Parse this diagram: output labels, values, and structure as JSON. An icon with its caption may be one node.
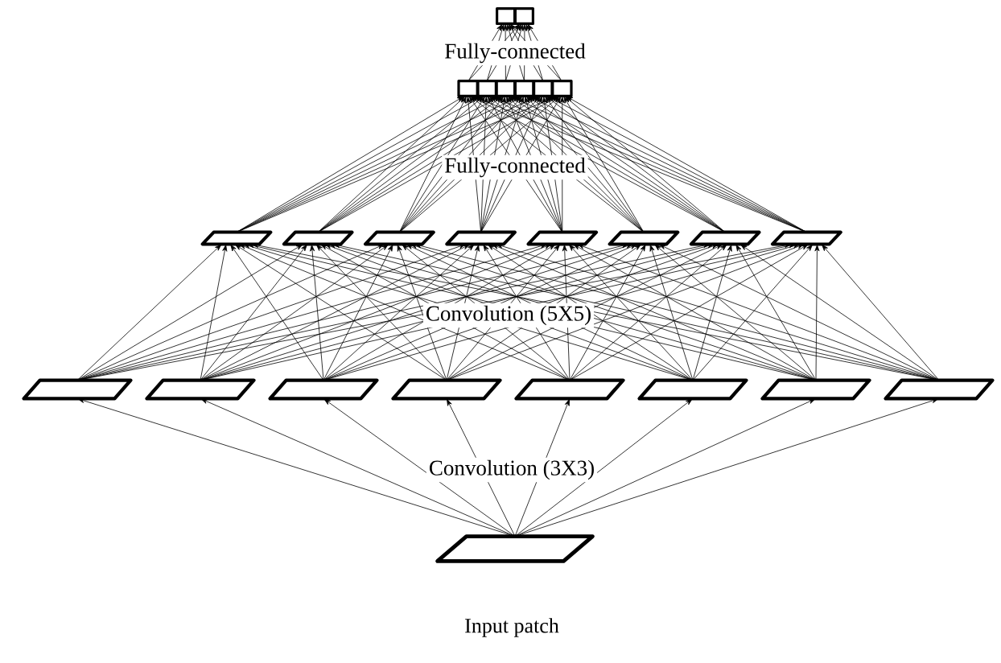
{
  "diagram": {
    "nodes": [
      {
        "text": [],
        "shape": "parallelogram",
        "beside": [
          "Input patch"
        ]
      },
      {
        "text": [],
        "shape": "parallelogram"
      },
      {
        "text": [],
        "shape": "parallelogram"
      },
      {
        "text": [],
        "shape": "parallelogram"
      },
      {
        "text": [],
        "shape": "parallelogram"
      },
      {
        "text": [],
        "shape": "parallelogram"
      },
      {
        "text": [],
        "shape": "parallelogram"
      },
      {
        "text": [],
        "shape": "parallelogram"
      },
      {
        "text": [],
        "shape": "parallelogram"
      },
      {
        "text": [],
        "shape": "parallelogram"
      },
      {
        "text": [],
        "shape": "parallelogram"
      },
      {
        "text": [],
        "shape": "parallelogram"
      },
      {
        "text": [],
        "shape": "parallelogram"
      },
      {
        "text": [],
        "shape": "parallelogram"
      },
      {
        "text": [],
        "shape": "parallelogram"
      },
      {
        "text": [],
        "shape": "parallelogram"
      },
      {
        "text": [],
        "shape": "parallelogram"
      },
      {
        "text": [],
        "shape": "box"
      },
      {
        "text": [],
        "shape": "box"
      },
      {
        "text": [],
        "shape": "box"
      },
      {
        "text": [],
        "shape": "box"
      },
      {
        "text": [],
        "shape": "box"
      },
      {
        "text": [],
        "shape": "box"
      },
      {
        "text": [],
        "shape": "box"
      },
      {
        "text": [],
        "shape": "box"
      }
    ],
    "edges": [
      {
        "from": 0,
        "to": 1,
        "arrow": "to"
      },
      {
        "from": 0,
        "to": 2,
        "arrow": "to"
      },
      {
        "from": 0,
        "to": 3,
        "arrow": "to"
      },
      {
        "from": 0,
        "to": 4,
        "arrow": "to"
      },
      {
        "from": 0,
        "to": 5,
        "arrow": "to"
      },
      {
        "from": 0,
        "to": 6,
        "arrow": "to"
      },
      {
        "from": 0,
        "to": 7,
        "arrow": "to"
      },
      {
        "from": 0,
        "to": 8,
        "arrow": "to"
      },
      {
        "from": 1,
        "to": 9,
        "arrow": "to"
      },
      {
        "from": 1,
        "to": 10,
        "arrow": "to"
      },
      {
        "from": 1,
        "to": 11,
        "arrow": "to"
      },
      {
        "from": 1,
        "to": 12,
        "arrow": "to"
      },
      {
        "from": 1,
        "to": 13,
        "arrow": "to"
      },
      {
        "from": 1,
        "to": 14,
        "arrow": "to"
      },
      {
        "from": 1,
        "to": 15,
        "arrow": "to"
      },
      {
        "from": 1,
        "to": 16,
        "arrow": "to"
      },
      {
        "from": 2,
        "to": 9,
        "arrow": "to"
      },
      {
        "from": 2,
        "to": 10,
        "arrow": "to"
      },
      {
        "from": 2,
        "to": 11,
        "arrow": "to"
      },
      {
        "from": 2,
        "to": 12,
        "arrow": "to"
      },
      {
        "from": 2,
        "to": 13,
        "arrow": "to"
      },
      {
        "from": 2,
        "to": 14,
        "arrow": "to"
      },
      {
        "from": 2,
        "to": 15,
        "arrow": "to"
      },
      {
        "from": 2,
        "to": 16,
        "arrow": "to"
      },
      {
        "from": 3,
        "to": 9,
        "arrow": "to"
      },
      {
        "from": 3,
        "to": 10,
        "arrow": "to"
      },
      {
        "from": 3,
        "to": 11,
        "arrow": "to"
      },
      {
        "from": 3,
        "to": 12,
        "arrow": "to"
      },
      {
        "from": 3,
        "to": 13,
        "arrow": "to"
      },
      {
        "from": 3,
        "to": 14,
        "arrow": "to"
      },
      {
        "from": 3,
        "to": 15,
        "arrow": "to"
      },
      {
        "from": 3,
        "to": 16,
        "arrow": "to"
      },
      {
        "from": 4,
        "to": 9,
        "arrow": "to"
      },
      {
        "from": 4,
        "to": 10,
        "arrow": "to"
      },
      {
        "from": 4,
        "to": 11,
        "arrow": "to"
      },
      {
        "from": 4,
        "to": 12,
        "arrow": "to"
      },
      {
        "from": 4,
        "to": 13,
        "arrow": "to"
      },
      {
        "from": 4,
        "to": 14,
        "arrow": "to"
      },
      {
        "from": 4,
        "to": 15,
        "arrow": "to"
      },
      {
        "from": 4,
        "to": 16,
        "arrow": "to"
      },
      {
        "from": 5,
        "to": 9,
        "arrow": "to"
      },
      {
        "from": 5,
        "to": 10,
        "arrow": "to"
      },
      {
        "from": 5,
        "to": 11,
        "arrow": "to"
      },
      {
        "from": 5,
        "to": 12,
        "arrow": "to"
      },
      {
        "from": 5,
        "to": 13,
        "arrow": "to"
      },
      {
        "from": 5,
        "to": 14,
        "arrow": "to"
      },
      {
        "from": 5,
        "to": 15,
        "arrow": "to"
      },
      {
        "from": 5,
        "to": 16,
        "arrow": "to"
      },
      {
        "from": 6,
        "to": 9,
        "arrow": "to"
      },
      {
        "from": 6,
        "to": 10,
        "arrow": "to"
      },
      {
        "from": 6,
        "to": 11,
        "arrow": "to"
      },
      {
        "from": 6,
        "to": 12,
        "arrow": "to"
      },
      {
        "from": 6,
        "to": 13,
        "arrow": "to"
      },
      {
        "from": 6,
        "to": 14,
        "arrow": "to"
      },
      {
        "from": 6,
        "to": 15,
        "arrow": "to"
      },
      {
        "from": 6,
        "to": 16,
        "arrow": "to"
      },
      {
        "from": 7,
        "to": 9,
        "arrow": "to"
      },
      {
        "from": 7,
        "to": 10,
        "arrow": "to"
      },
      {
        "from": 7,
        "to": 11,
        "arrow": "to"
      },
      {
        "from": 7,
        "to": 12,
        "arrow": "to"
      },
      {
        "from": 7,
        "to": 13,
        "arrow": "to"
      },
      {
        "from": 7,
        "to": 14,
        "arrow": "to"
      },
      {
        "from": 7,
        "to": 15,
        "arrow": "to"
      },
      {
        "from": 7,
        "to": 16,
        "arrow": "to"
      },
      {
        "from": 8,
        "to": 9,
        "arrow": "to"
      },
      {
        "from": 8,
        "to": 10,
        "arrow": "to"
      },
      {
        "from": 8,
        "to": 11,
        "arrow": "to"
      },
      {
        "from": 8,
        "to": 12,
        "arrow": "to"
      },
      {
        "from": 8,
        "to": 13,
        "arrow": "to"
      },
      {
        "from": 8,
        "to": 14,
        "arrow": "to"
      },
      {
        "from": 8,
        "to": 15,
        "arrow": "to"
      },
      {
        "from": 8,
        "to": 16,
        "arrow": "to"
      },
      {
        "from": 9,
        "to": 17,
        "arrow": "to"
      },
      {
        "from": 9,
        "to": 18,
        "arrow": "to"
      },
      {
        "from": 9,
        "to": 19,
        "arrow": "to"
      },
      {
        "from": 9,
        "to": 20,
        "arrow": "to"
      },
      {
        "from": 9,
        "to": 21,
        "arrow": "to"
      },
      {
        "from": 9,
        "to": 22,
        "arrow": "to"
      },
      {
        "from": 10,
        "to": 17,
        "arrow": "to"
      },
      {
        "from": 10,
        "to": 18,
        "arrow": "to"
      },
      {
        "from": 10,
        "to": 19,
        "arrow": "to"
      },
      {
        "from": 10,
        "to": 20,
        "arrow": "to"
      },
      {
        "from": 10,
        "to": 21,
        "arrow": "to"
      },
      {
        "from": 10,
        "to": 22,
        "arrow": "to"
      },
      {
        "from": 11,
        "to": 17,
        "arrow": "to"
      },
      {
        "from": 11,
        "to": 18,
        "arrow": "to"
      },
      {
        "from": 11,
        "to": 19,
        "arrow": "to"
      },
      {
        "from": 11,
        "to": 20,
        "arrow": "to"
      },
      {
        "from": 11,
        "to": 21,
        "arrow": "to"
      },
      {
        "from": 11,
        "to": 22,
        "arrow": "to"
      },
      {
        "from": 12,
        "to": 17,
        "arrow": "to"
      },
      {
        "from": 12,
        "to": 18,
        "arrow": "to"
      },
      {
        "from": 12,
        "to": 19,
        "arrow": "to"
      },
      {
        "from": 12,
        "to": 20,
        "arrow": "to"
      },
      {
        "from": 12,
        "to": 21,
        "arrow": "to"
      },
      {
        "from": 12,
        "to": 22,
        "arrow": "to"
      },
      {
        "from": 13,
        "to": 17,
        "arrow": "to"
      },
      {
        "from": 13,
        "to": 18,
        "arrow": "to"
      },
      {
        "from": 13,
        "to": 19,
        "arrow": "to"
      },
      {
        "from": 13,
        "to": 20,
        "arrow": "to"
      },
      {
        "from": 13,
        "to": 21,
        "arrow": "to"
      },
      {
        "from": 13,
        "to": 22,
        "arrow": "to"
      },
      {
        "from": 14,
        "to": 17,
        "arrow": "to"
      },
      {
        "from": 14,
        "to": 18,
        "arrow": "to"
      },
      {
        "from": 14,
        "to": 19,
        "arrow": "to"
      },
      {
        "from": 14,
        "to": 20,
        "arrow": "to"
      },
      {
        "from": 14,
        "to": 21,
        "arrow": "to"
      },
      {
        "from": 14,
        "to": 22,
        "arrow": "to"
      },
      {
        "from": 15,
        "to": 17,
        "arrow": "to"
      },
      {
        "from": 15,
        "to": 18,
        "arrow": "to"
      },
      {
        "from": 15,
        "to": 19,
        "arrow": "to"
      },
      {
        "from": 15,
        "to": 20,
        "arrow": "to"
      },
      {
        "from": 15,
        "to": 21,
        "arrow": "to"
      },
      {
        "from": 15,
        "to": 22,
        "arrow": "to"
      },
      {
        "from": 16,
        "to": 17,
        "arrow": "to"
      },
      {
        "from": 16,
        "to": 18,
        "arrow": "to"
      },
      {
        "from": 16,
        "to": 19,
        "arrow": "to"
      },
      {
        "from": 16,
        "to": 20,
        "arrow": "to"
      },
      {
        "from": 16,
        "to": 21,
        "arrow": "to"
      },
      {
        "from": 16,
        "to": 22,
        "arrow": "to"
      },
      {
        "from": 17,
        "to": 23,
        "arrow": "to"
      },
      {
        "from": 17,
        "to": 24,
        "arrow": "to"
      },
      {
        "from": 18,
        "to": 23,
        "arrow": "to"
      },
      {
        "from": 18,
        "to": 24,
        "arrow": "to"
      },
      {
        "from": 19,
        "to": 23,
        "arrow": "to"
      },
      {
        "from": 19,
        "to": 24,
        "arrow": "to"
      },
      {
        "from": 20,
        "to": 23,
        "arrow": "to"
      },
      {
        "from": 20,
        "to": 24,
        "arrow": "to"
      },
      {
        "from": 21,
        "to": 23,
        "arrow": "to"
      },
      {
        "from": 21,
        "to": 24,
        "arrow": "to"
      },
      {
        "from": 22,
        "to": 23,
        "arrow": "to"
      },
      {
        "from": 22,
        "to": 24,
        "arrow": "to"
      }
    ],
    "labels": [
      "Fully-connected",
      "Fully-connected",
      "Convolution (5X5)",
      "Convolution (3X3)"
    ]
  }
}
